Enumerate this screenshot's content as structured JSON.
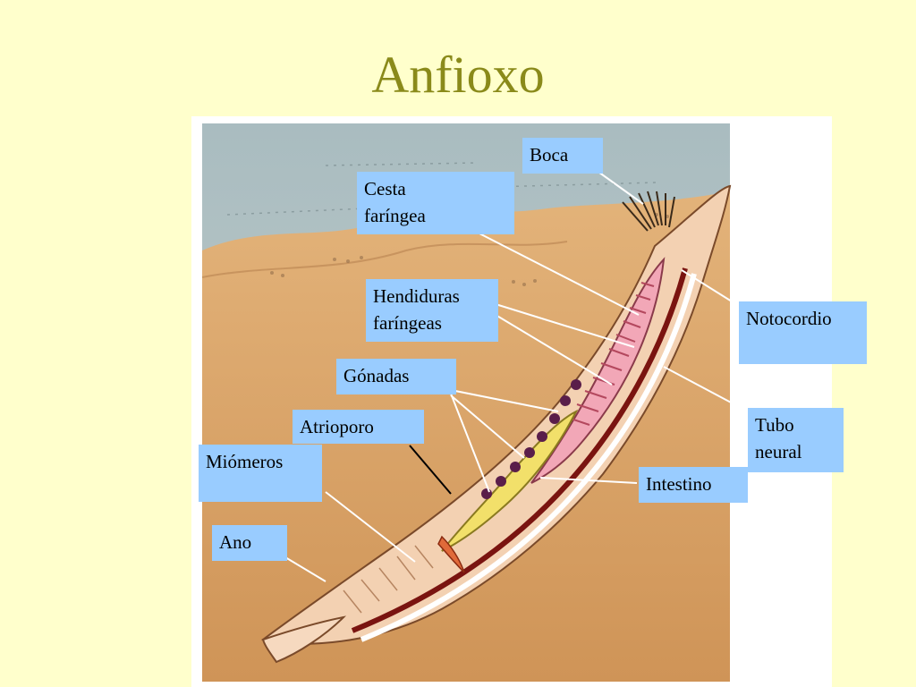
{
  "title": "Anfioxo",
  "labels": {
    "boca": "Boca",
    "cesta_line1": "Cesta",
    "cesta_line2": "faríngea",
    "hend_line1": "Hendiduras",
    "hend_line2": "faríngeas",
    "gonadas": "Gónadas",
    "atrioporo": "Atrioporo",
    "miomeros": "Miómeros",
    "ano": "Ano",
    "notocordio": "Notocordio",
    "tubo_line1": "Tubo",
    "tubo_line2": "neural",
    "intestino": "Intestino"
  },
  "colors": {
    "background": "#ffffcc",
    "title": "#8a8a1a",
    "label_box": "#99ccff",
    "sand": "#d9a56b",
    "sky": "#b5c6c9"
  }
}
